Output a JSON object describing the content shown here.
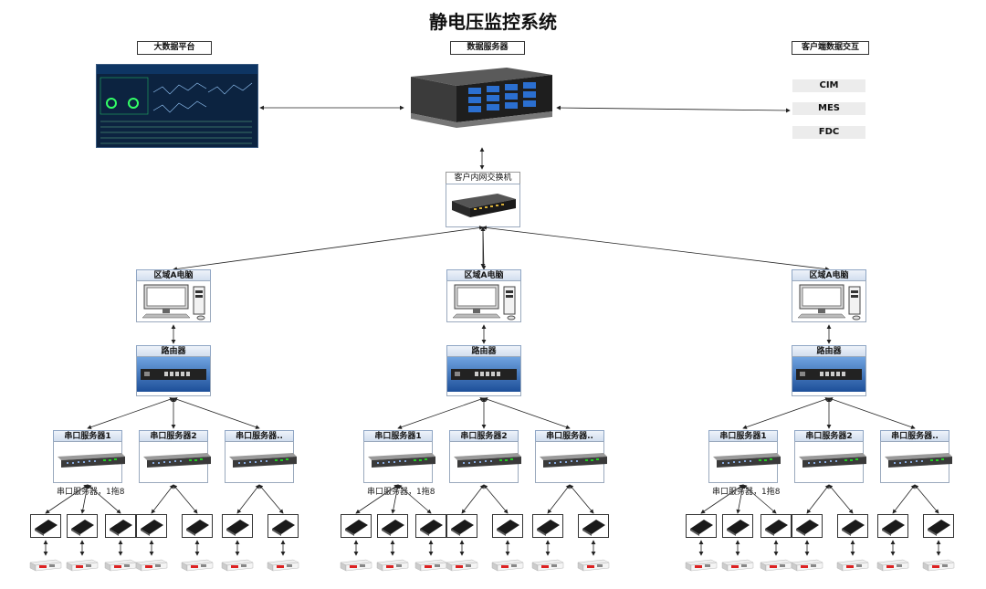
{
  "title": "静电压监控系统",
  "top": {
    "left_label": "大数据平台",
    "center_label": "数据服务器",
    "right_label": "客户端数据交互",
    "tags": [
      "CIM",
      "MES",
      "FDC"
    ]
  },
  "switch_label": "客户内网交换机",
  "pc_label": "区域A电脑",
  "router_label": "路由器",
  "serial_labels": [
    "串口服务器1",
    "串口服务器2",
    "串口服务器.."
  ],
  "serial_note": "串口服务器，1拖8",
  "colors": {
    "line": "#222222",
    "panel_header": "#cfdcee",
    "screen": "#0c2340"
  }
}
